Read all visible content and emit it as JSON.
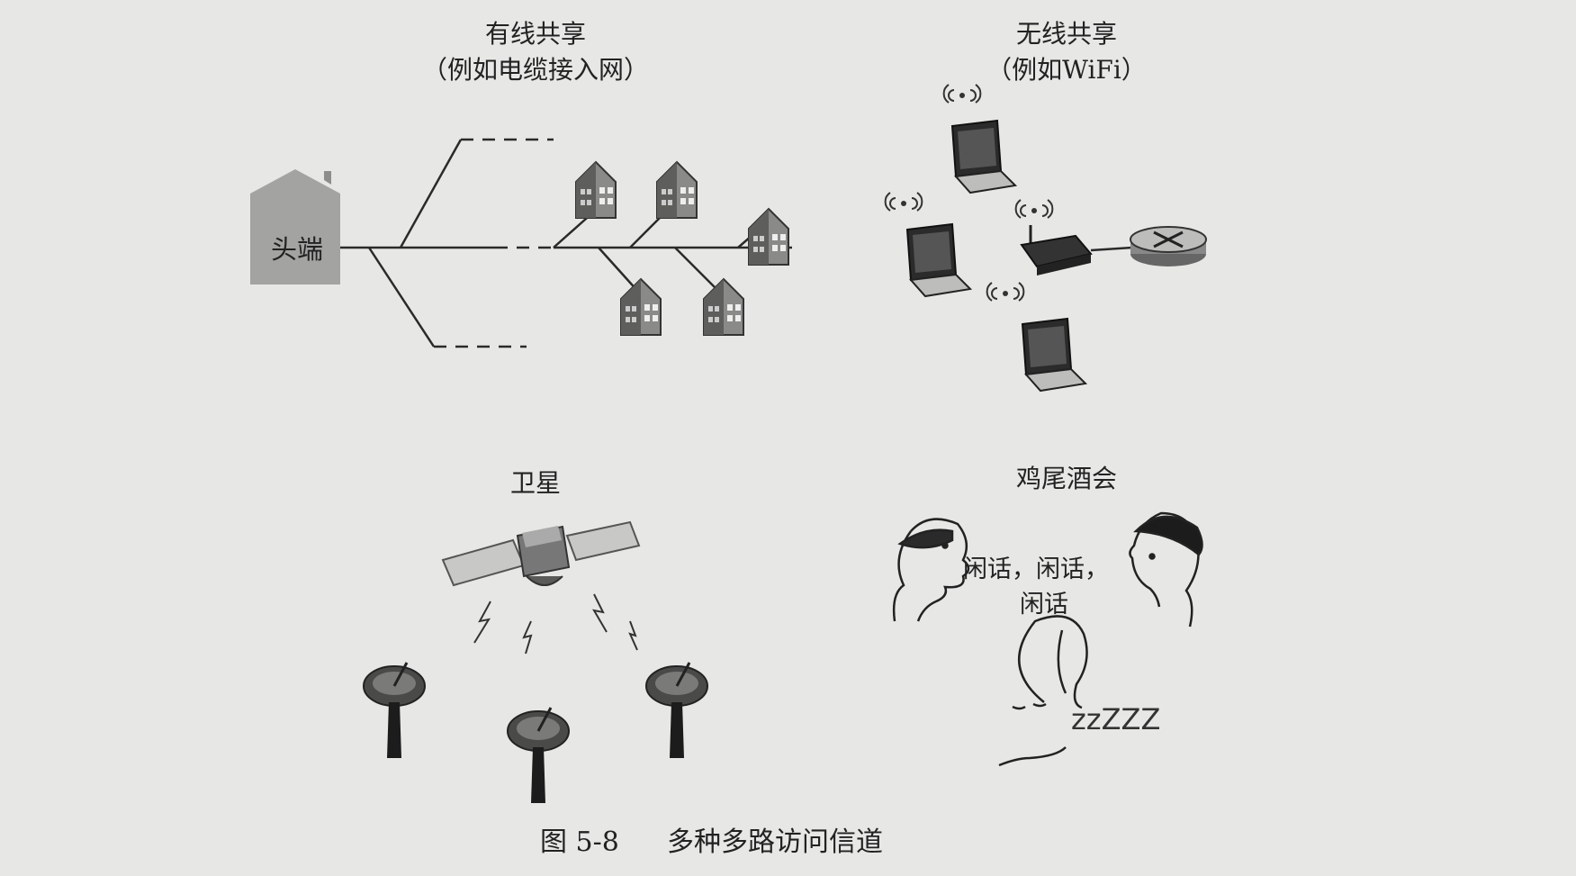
{
  "wired": {
    "title": "有线共享",
    "subtitle": "（例如电缆接入网）",
    "headend": "头端"
  },
  "wireless": {
    "title": "无线共享",
    "subtitle": "（例如WiFi）"
  },
  "satellite": {
    "title": "卫星"
  },
  "cocktail": {
    "title": "鸡尾酒会",
    "speech_line1": "闲话，闲话，",
    "speech_line2": "闲话",
    "sleep": "zzZZZ"
  },
  "caption": {
    "number": "图 5-8",
    "text": "多种多路访问信道"
  }
}
